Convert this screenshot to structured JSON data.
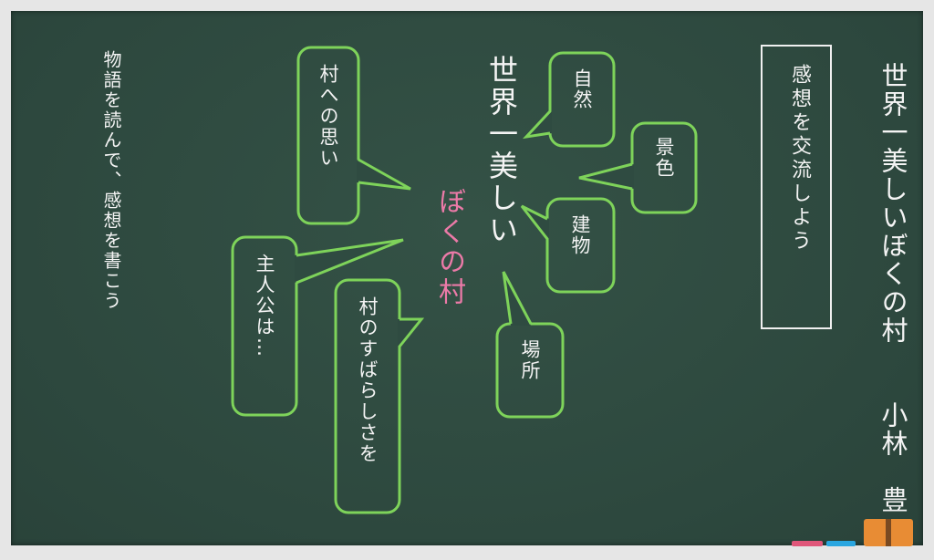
{
  "board": {
    "title": "世界一美しいぼくの村",
    "author": "小林　豊",
    "activity_box": "感想を交流しよう",
    "instruction": "物語を読んで、感想を書こう",
    "center_top": "世界一美しい",
    "center_bottom": "ぼくの村",
    "bubbles": [
      {
        "text": "村への思い"
      },
      {
        "text": "自然"
      },
      {
        "text": "景色"
      },
      {
        "text": "建物"
      },
      {
        "text": "場所"
      },
      {
        "text": "主人公は…"
      },
      {
        "text": "村のすばらしさを"
      }
    ]
  },
  "colors": {
    "board": "#2f4a40",
    "bubble_outline": "#7ed35a",
    "highlight_text": "#ec7aa8",
    "chalk_text": "#f4f4f4",
    "eraser": "#e88c34",
    "chalk_pink": "#e0577a",
    "chalk_blue": "#2aa6e0"
  }
}
